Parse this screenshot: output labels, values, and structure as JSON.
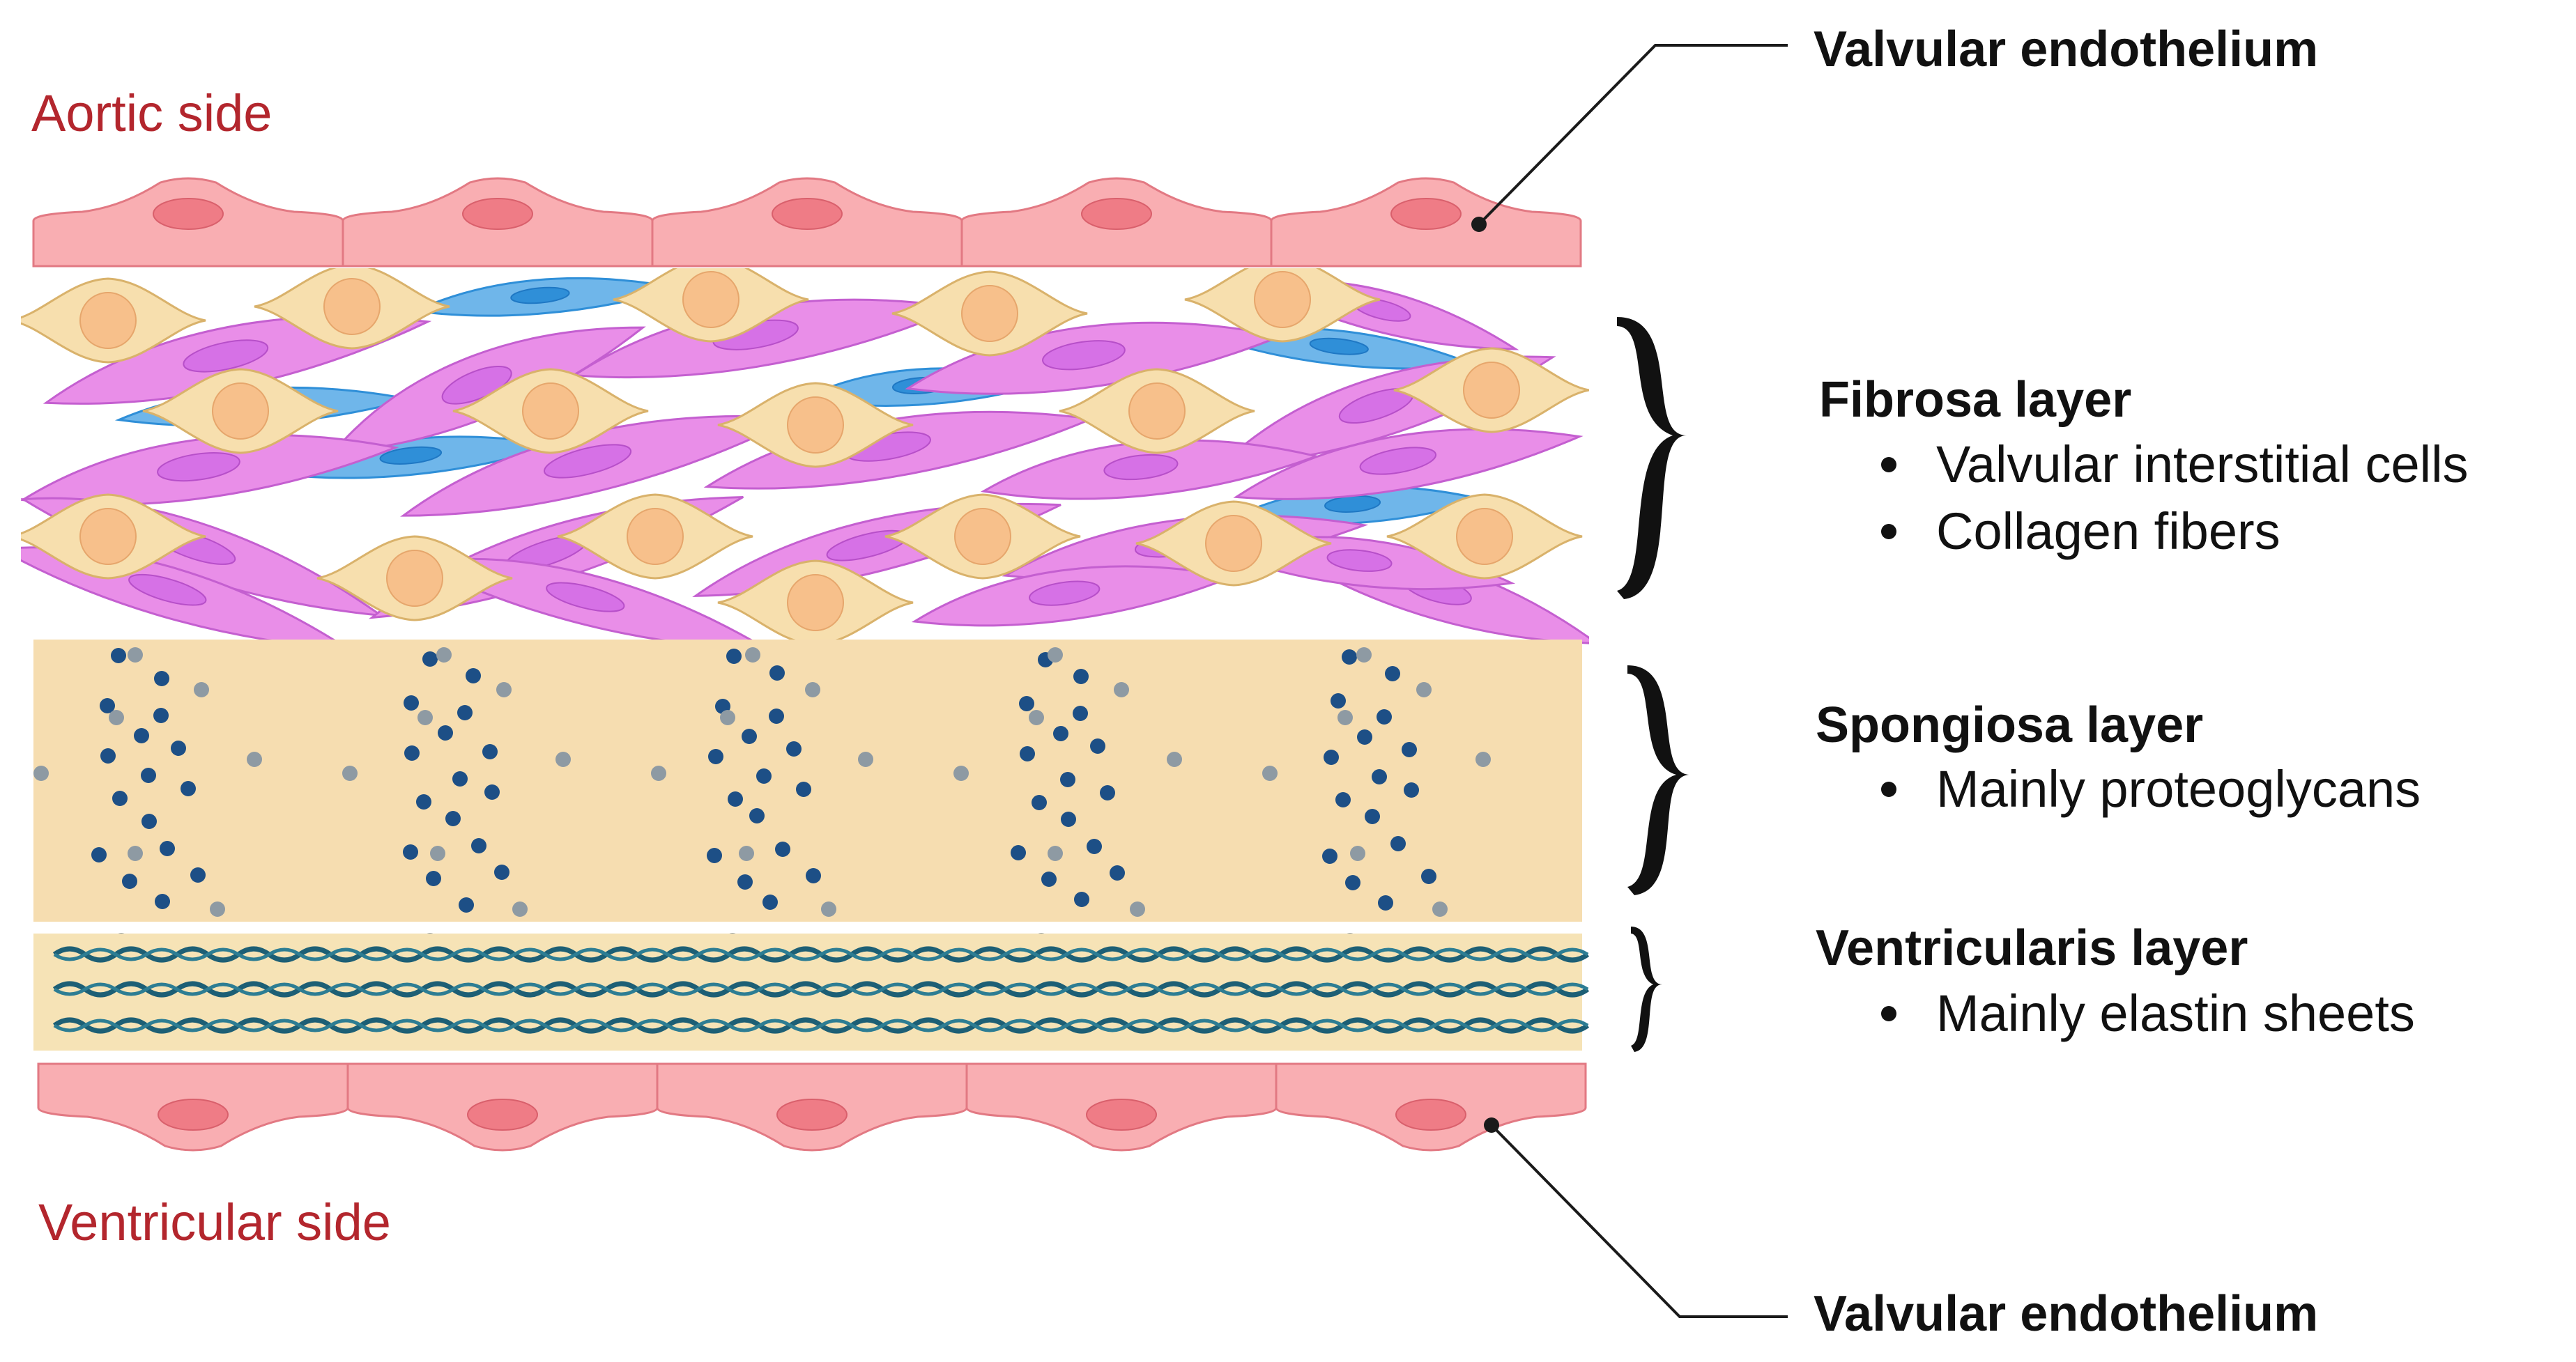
{
  "sides": {
    "top": "Aortic side",
    "bottom": "Ventricular side"
  },
  "endothelium": {
    "top_label": "Valvular endothelium",
    "bottom_label": "Valvular endothelium"
  },
  "layers": [
    {
      "title": "Fibrosa layer",
      "bullets": [
        "Valvular interstitial cells",
        "Collagen fibers"
      ]
    },
    {
      "title": "Spongiosa layer",
      "bullets": [
        "Mainly proteoglycans"
      ]
    },
    {
      "title": "Ventricularis layer",
      "bullets": [
        "Mainly elastin sheets"
      ]
    }
  ],
  "colors": {
    "endothelial_cell": "#f9aeb2",
    "endothelial_nucleus": "#ef7c86",
    "vic_purple": "#e98ee8",
    "vic_blue": "#6fb6ea",
    "vic_cream": "#f7dfae",
    "spongiosa_bg": "#f6ddb0",
    "proteoglycan_dark": "#1d4f86",
    "proteoglycan_grey": "#8e9aa3",
    "elastin_bg": "#f6e3b6",
    "elastin_fiber": "#1d5f75",
    "side_label": "#b3262d"
  }
}
